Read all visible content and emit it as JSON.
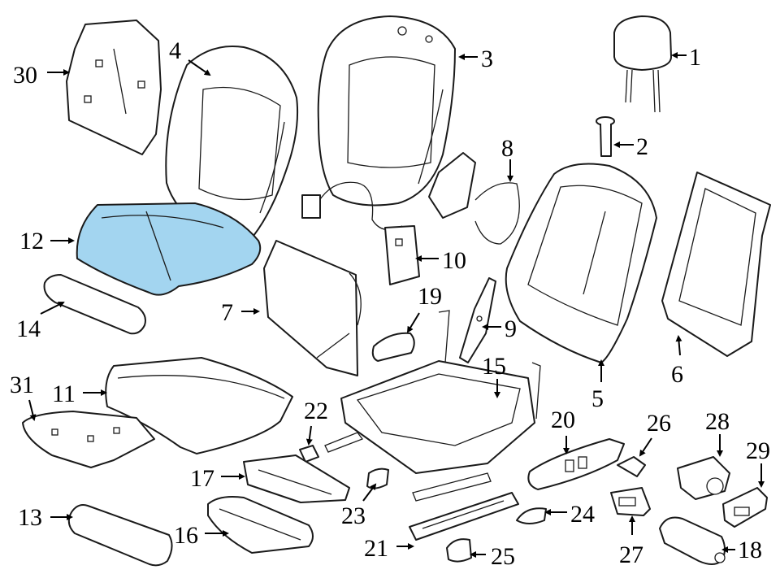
{
  "highlight_color": "#a3d5f0",
  "line_color": "#1a1a1a",
  "highlighted_part": "12",
  "callouts": {
    "c1": "1",
    "c2": "2",
    "c3": "3",
    "c4": "4",
    "c5": "5",
    "c6": "6",
    "c7": "7",
    "c8": "8",
    "c9": "9",
    "c10": "10",
    "c11": "11",
    "c12": "12",
    "c13": "13",
    "c14": "14",
    "c15": "15",
    "c16": "16",
    "c17": "17",
    "c18": "18",
    "c19": "19",
    "c20": "20",
    "c21": "21",
    "c22": "22",
    "c23": "23",
    "c24": "24",
    "c25": "25",
    "c26": "26",
    "c27": "27",
    "c28": "28",
    "c29": "29",
    "c30": "30",
    "c31": "31"
  }
}
